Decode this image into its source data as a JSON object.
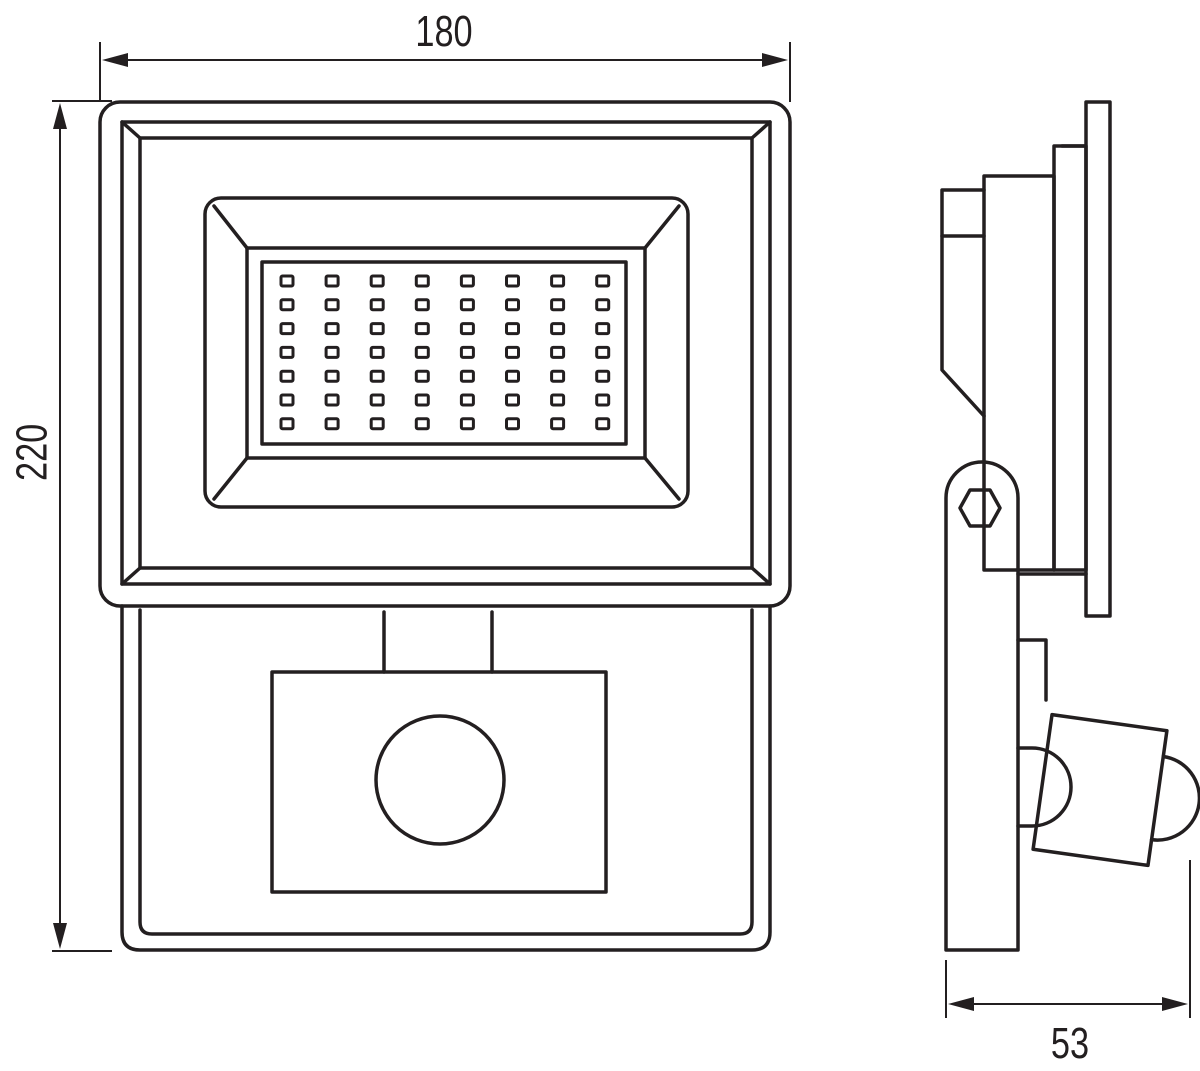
{
  "dimensions": {
    "width_label": "180",
    "height_label": "220",
    "depth_label": "53"
  },
  "led_grid": {
    "rows": 7,
    "cols": 8
  },
  "colors": {
    "line": "#231f20",
    "background": "#ffffff"
  }
}
